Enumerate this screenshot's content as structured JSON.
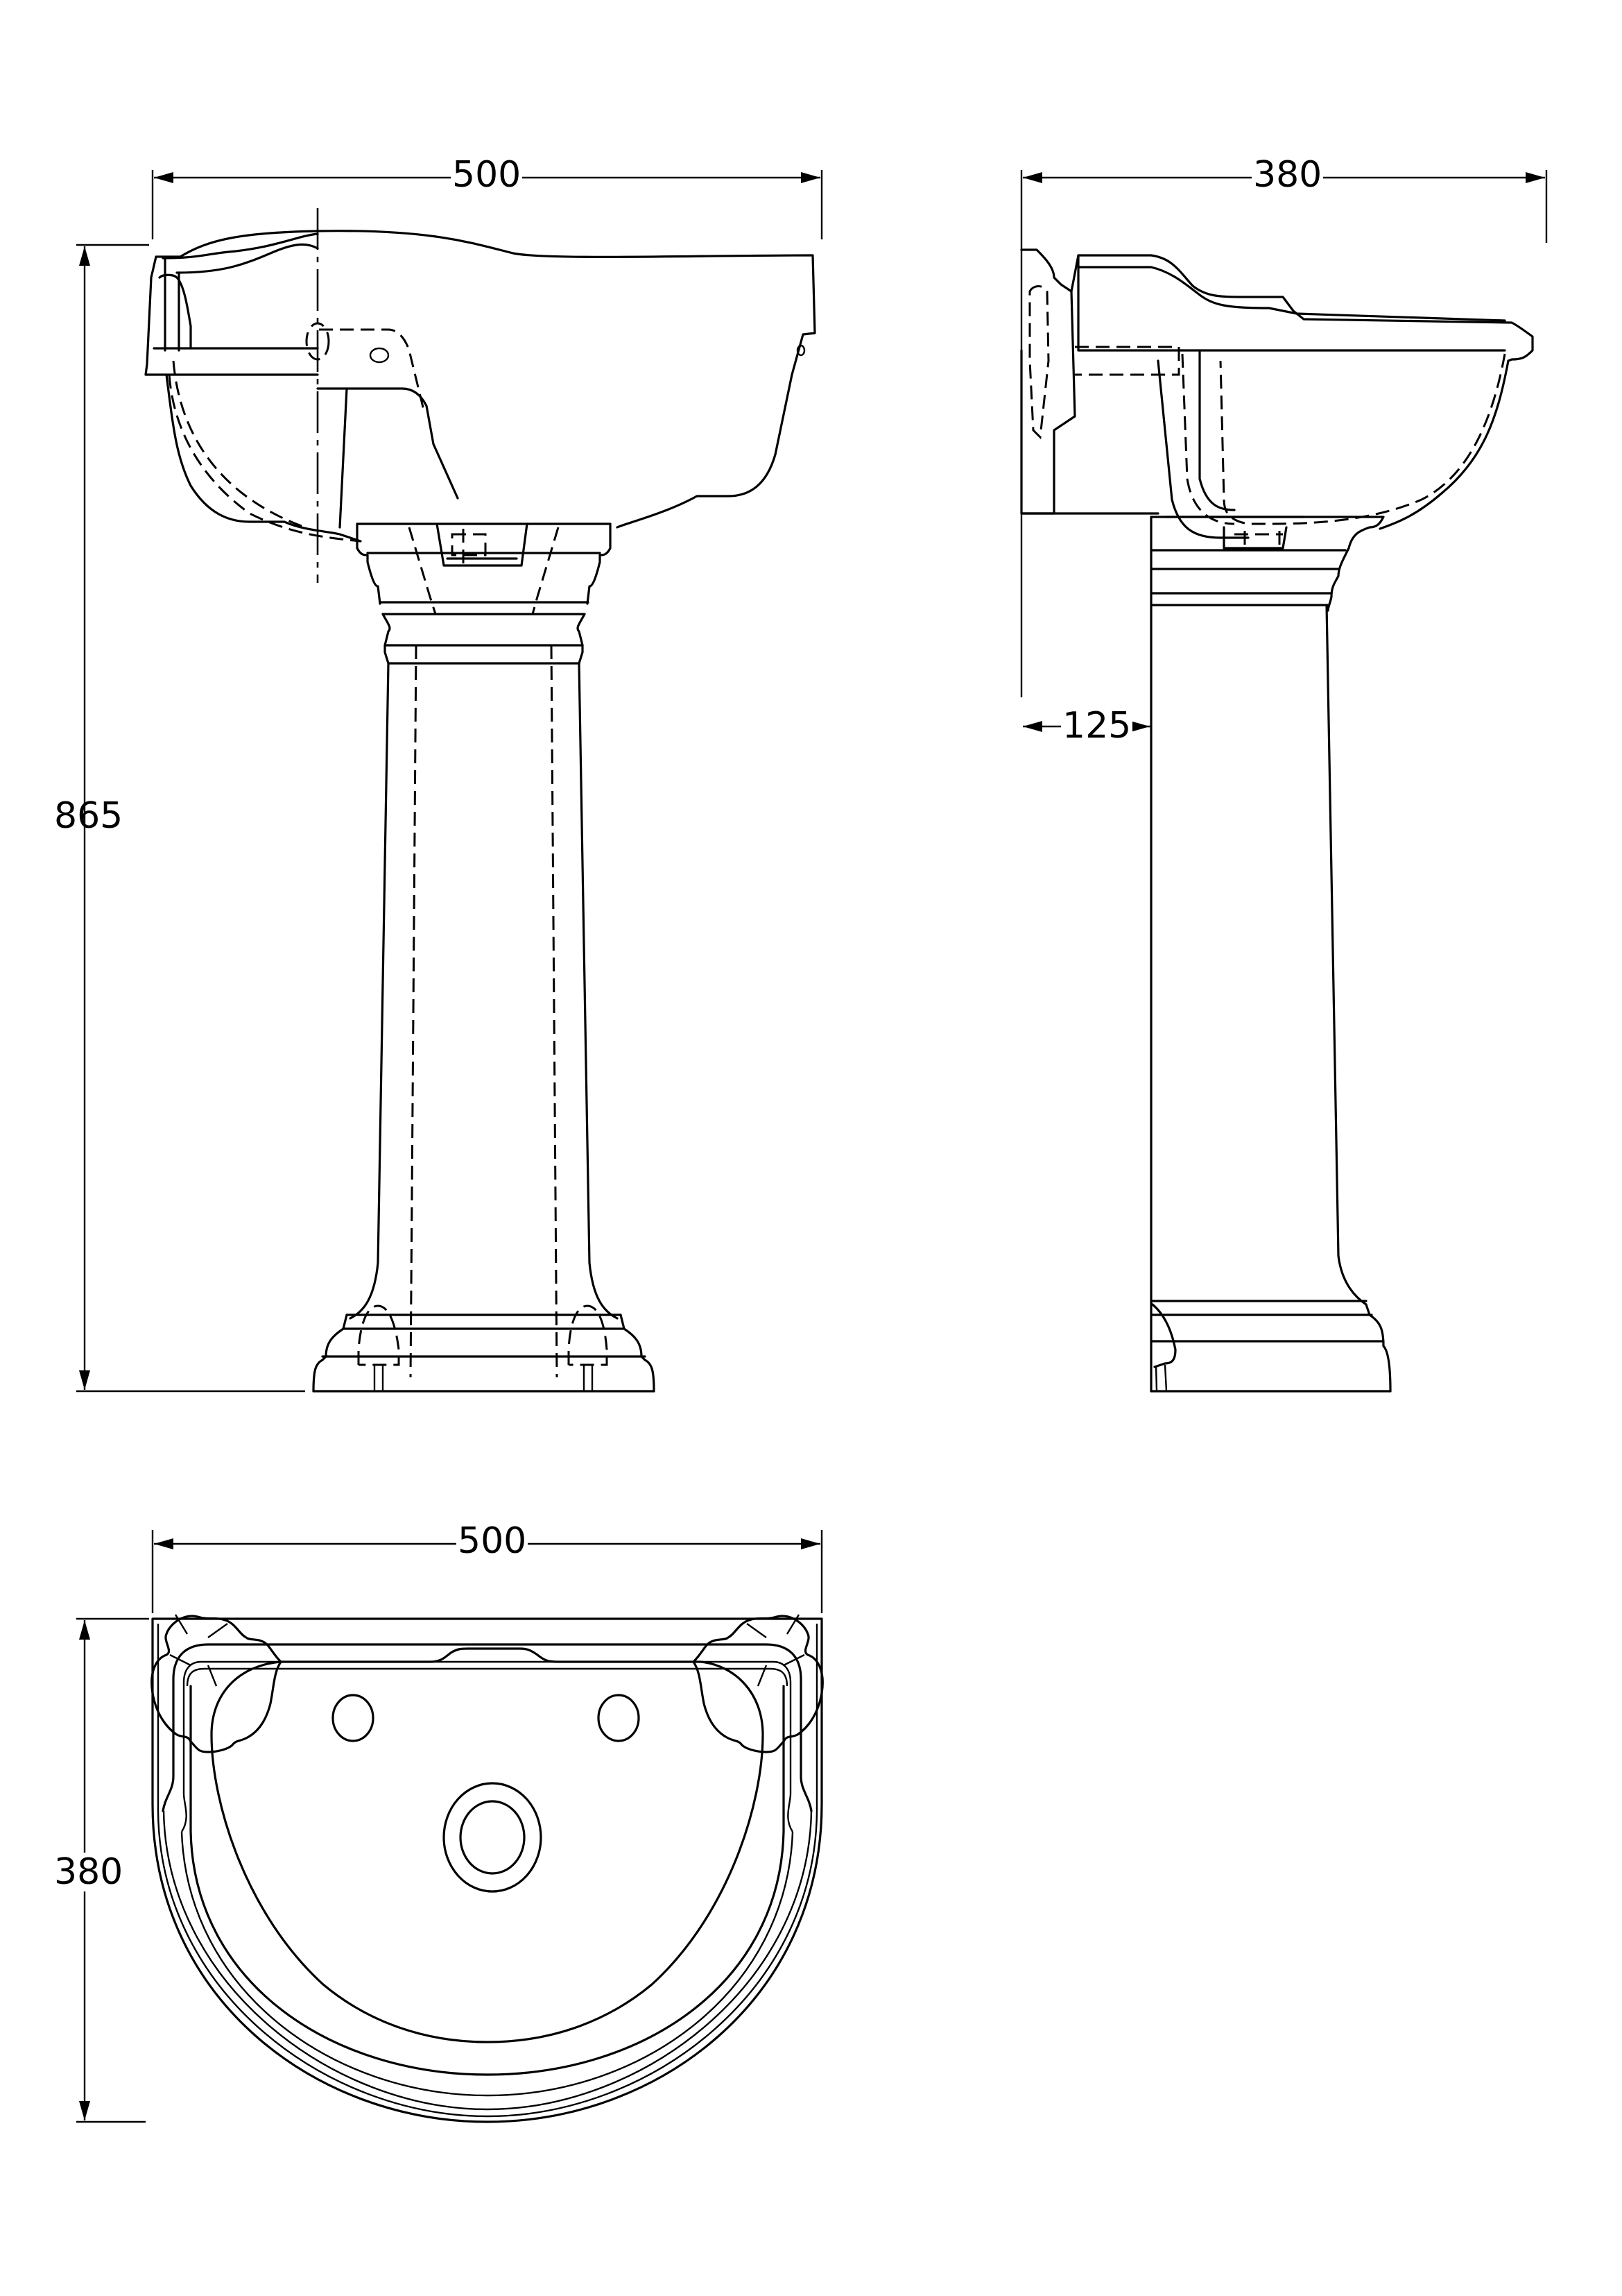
{
  "drawing": {
    "type": "technical-drawing",
    "subject": "pedestal basin",
    "views": {
      "front": {
        "name": "front elevation",
        "dimensions": {
          "width": "500",
          "height": "865"
        }
      },
      "side": {
        "name": "side elevation",
        "dimensions": {
          "depth": "380",
          "wall_to_pedestal": "125"
        }
      },
      "plan": {
        "name": "plan view",
        "dimensions": {
          "width": "500",
          "depth": "380"
        }
      }
    },
    "line_color": "#000000",
    "background": "#ffffff"
  }
}
